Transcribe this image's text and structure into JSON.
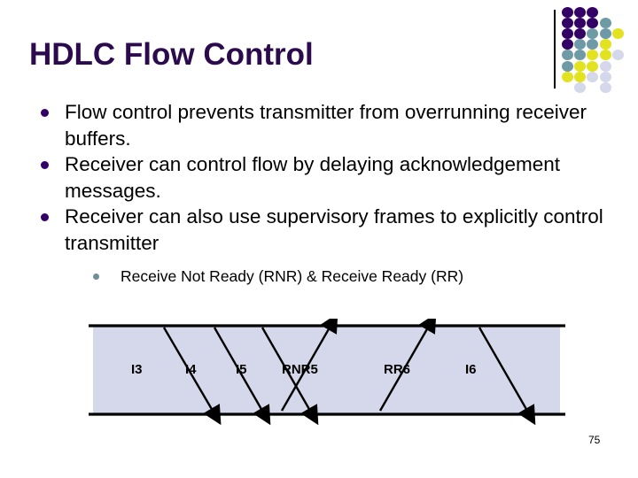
{
  "slide": {
    "title": "HDLC Flow Control",
    "page_number": "75",
    "title_color": "#2b0a4d",
    "text_color": "#000000",
    "bullet_color": "#330066",
    "sub_bullet_color": "#6e8f99",
    "diagram_fill": "#d5d7ea",
    "diagram_stroke": "#000000"
  },
  "bullets": [
    {
      "text": "Flow control prevents transmitter from overrunning receiver buffers."
    },
    {
      "text": "Receiver can control flow by delaying acknowledgement messages."
    },
    {
      "text": "Receiver can also use supervisory frames to explicitly control transmitter"
    }
  ],
  "sub_bullet": {
    "text": "Receive Not Ready (RNR) &  Receive Ready (RR)"
  },
  "diagram": {
    "type": "time-sequence",
    "labels": [
      {
        "name": "I3",
        "text": "I3"
      },
      {
        "name": "I4",
        "text": "I4"
      },
      {
        "name": "I5",
        "text": "I5"
      },
      {
        "name": "RNR5",
        "text": "RNR5"
      },
      {
        "name": "RR6",
        "text": "RR6"
      },
      {
        "name": "I6",
        "text": "I6"
      }
    ]
  },
  "deco_dots": {
    "colors": {
      "purple": "#330066",
      "teal": "#6e9aa6",
      "yellow": "#e2e21e",
      "lavender": "#d5d7ea"
    },
    "grid": [
      [
        "purple",
        "purple",
        "purple",
        "",
        "",
        ""
      ],
      [
        "purple",
        "purple",
        "purple",
        "teal",
        "",
        ""
      ],
      [
        "purple",
        "purple",
        "teal",
        "teal",
        "yellow",
        ""
      ],
      [
        "purple",
        "teal",
        "teal",
        "yellow",
        "",
        ""
      ],
      [
        "teal",
        "teal",
        "yellow",
        "yellow",
        "lavender",
        ""
      ],
      [
        "teal",
        "yellow",
        "yellow",
        "lavender",
        "",
        ""
      ],
      [
        "yellow",
        "yellow",
        "lavender",
        "lavender",
        "",
        ""
      ],
      [
        "",
        "lavender",
        "",
        "lavender",
        "",
        ""
      ]
    ]
  }
}
